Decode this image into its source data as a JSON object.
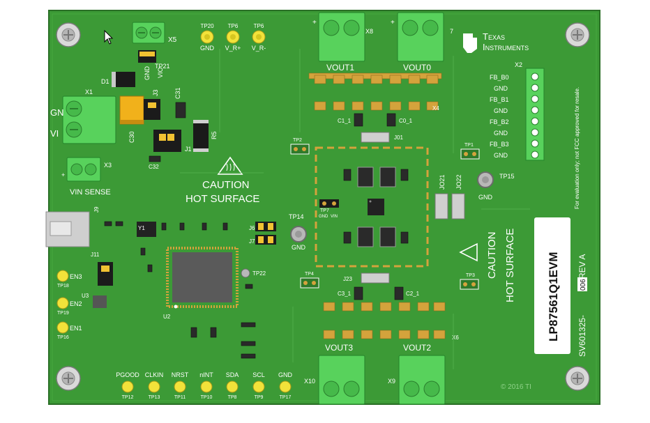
{
  "board": {
    "part_label": "LP87561Q1EVM",
    "rev_label": "REV A",
    "pcb_prefix": "SV601325-",
    "pcb_suffix": "006",
    "copyright": "© 2016 TI",
    "fcc_note": "For evaluation only; not FCC approved for resale.",
    "ti_brand_line1": "Texas",
    "ti_brand_line2": "Instruments",
    "caution_1": "CAUTION",
    "hot_surface_1": "HOT SURFACE",
    "caution_2": "CAUTION",
    "hot_surface_2": "HOT SURFACE"
  },
  "outputs": {
    "vout1": "VOUT1",
    "vout0": "VOUT0",
    "vout3": "VOUT3",
    "vout2": "VOUT2",
    "x8": "X8",
    "x7": "7",
    "x10": "X10",
    "x9": "X9",
    "x4": "X4",
    "x6": "X6"
  },
  "input": {
    "x1": "X1",
    "gnd": "GN",
    "vin": "VI",
    "vin_sense": "VIN SENSE",
    "x3": "X3",
    "x5": "X5",
    "gnd_v10": "GND",
    "v10": "VIO",
    "tp21": "TP21",
    "d1": "D1",
    "j3": "J3",
    "c30": "C30",
    "j1": "J1",
    "r5": "R5",
    "c32": "C32",
    "c31": "C31"
  },
  "top_tps": [
    {
      "id": "TP20",
      "name": "GND"
    },
    {
      "id": "TP6",
      "name": "V_R+"
    },
    {
      "id": "TP6",
      "name": "V_R-"
    }
  ],
  "fb_header": {
    "id": "X2",
    "pins": [
      "FB_B0",
      "GND",
      "FB_B1",
      "GND",
      "FB_B2",
      "GND",
      "FB_B3",
      "GND"
    ]
  },
  "misc": {
    "tp15": "TP15",
    "tp15_gnd": "GND",
    "tp14": "TP14",
    "tp14_gnd": "GND",
    "tp2": "TP2",
    "tp1": "TP1",
    "tp4": "TP4",
    "tp3": "TP3",
    "tp22": "TP22",
    "j01": "J01",
    "j23": "J23",
    "jo21": "JO21",
    "jo22": "JO22",
    "c0_1": "C0_1",
    "c1_1": "C1_1",
    "c3_1": "C3_1",
    "c2_1": "C2_1",
    "j9": "J9",
    "u2": "U2",
    "u3": "U3",
    "y1": "Y1",
    "j11": "J11",
    "tp7": "TP7",
    "tp7_gnd": "GND",
    "tp7_vin": "VIN",
    "j6": "J6",
    "j7": "J7"
  },
  "side_tps": [
    {
      "id": "TP18",
      "name": "EN3"
    },
    {
      "id": "TP19",
      "name": "EN2"
    },
    {
      "id": "TP16",
      "name": "EN1"
    }
  ],
  "bottom_tps": [
    {
      "id": "TP12",
      "name": "PGOOD"
    },
    {
      "id": "TP13",
      "name": "CLKIN"
    },
    {
      "id": "TP11",
      "name": "NRST"
    },
    {
      "id": "TP10",
      "name": "nINT"
    },
    {
      "id": "TP8",
      "name": "SDA"
    },
    {
      "id": "TP9",
      "name": "SCL"
    },
    {
      "id": "TP17",
      "name": "GND"
    }
  ],
  "colors": {
    "pcb": "#3c9a36",
    "pcb_dark": "#2f7f2b",
    "terminal": "#58d25c",
    "pad": "#d4a33c",
    "testpoint": "#f2e23a"
  }
}
